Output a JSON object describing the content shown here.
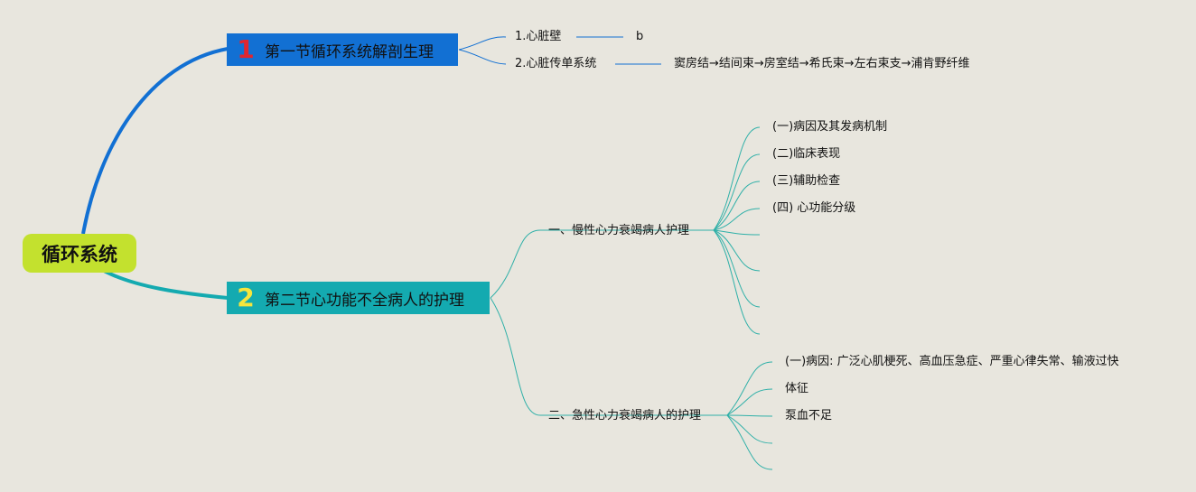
{
  "root": {
    "label": "循环系统"
  },
  "section1": {
    "number": "1",
    "title": "第一节循环系统解剖生理",
    "items": [
      {
        "label": "1.心脏壁",
        "detail": "b"
      },
      {
        "label": "2.心脏传单系统",
        "detail": "窦房结→结间束→房室结→希氏束→左右束支→浦肯野纤维"
      }
    ]
  },
  "section2": {
    "number": "2",
    "title": "第二节心功能不全病人的护理",
    "chronic": {
      "label": "一、慢性心力衰竭病人护理",
      "items": [
        "(一)病因及其发病机制",
        "(二)临床表现",
        "(三)辅助检查",
        "(四) 心功能分级",
        "",
        "",
        "",
        ""
      ]
    },
    "acute": {
      "label": "二、急性心力衰竭病人的护理",
      "items": [
        "(一)病因: 广泛心肌梗死、高血压急症、严重心律失常、输液过快",
        "体征",
        "泵血不足",
        "",
        ""
      ]
    }
  },
  "colors": {
    "background": "#e8e6de",
    "root": "#c3e12e",
    "section1": "#1270d3",
    "section2": "#14aab0",
    "branch1": "#1270d3",
    "branch2": "#14aab0",
    "leaf_line": "#2fb0a8"
  }
}
